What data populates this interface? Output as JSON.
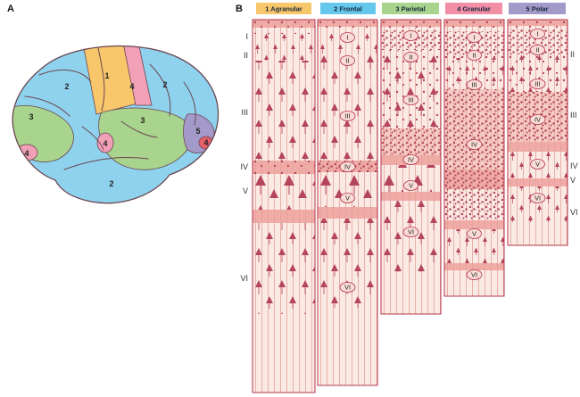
{
  "panels": {
    "a": "A",
    "b": "B"
  },
  "legend": [
    {
      "label": "1 Agranular",
      "color": "#F8C76B"
    },
    {
      "label": "2 Frontal",
      "color": "#66C7EC"
    },
    {
      "label": "3 Parietal",
      "color": "#A8D48E"
    },
    {
      "label": "4 Granular",
      "color": "#F28FA6"
    },
    {
      "label": "5 Polar",
      "color": "#A49AC9"
    }
  ],
  "left_axis": [
    "I",
    "II",
    "III",
    "IV",
    "V",
    "VI"
  ],
  "right_axis": [
    "II",
    "III",
    "IV",
    "V",
    "VI"
  ],
  "columns": [
    {
      "name": "1 Agranular",
      "layers": []
    },
    {
      "name": "2 Frontal",
      "layers": [
        "I",
        "II",
        "III",
        "IV",
        "V",
        "VI"
      ]
    },
    {
      "name": "3 Parietal",
      "layers": [
        "I",
        "II",
        "III",
        "IV",
        "V",
        "VI"
      ]
    },
    {
      "name": "4 Granular",
      "layers": [
        "I",
        "II",
        "III",
        "IV",
        "V",
        "VI"
      ]
    },
    {
      "name": "5 Polar",
      "layers": [
        "I",
        "II",
        "III",
        "IV",
        "V",
        "VI"
      ]
    }
  ],
  "brain_numbers": [
    "2",
    "1",
    "4",
    "2",
    "3",
    "3",
    "5",
    "4",
    "4",
    "4",
    "2"
  ],
  "colors": {
    "column_bg": "#FBE9E4",
    "layer_band": "#F0ABA6",
    "cells": "#B4455A",
    "frame": "#B5374A",
    "brain_blue": "#8FD2EE",
    "brain_yellow": "#F8C76B",
    "brain_green": "#A8D48E",
    "brain_pink": "#F2A0B8",
    "brain_purple": "#A49AC9",
    "brain_red": "#E8606C"
  }
}
